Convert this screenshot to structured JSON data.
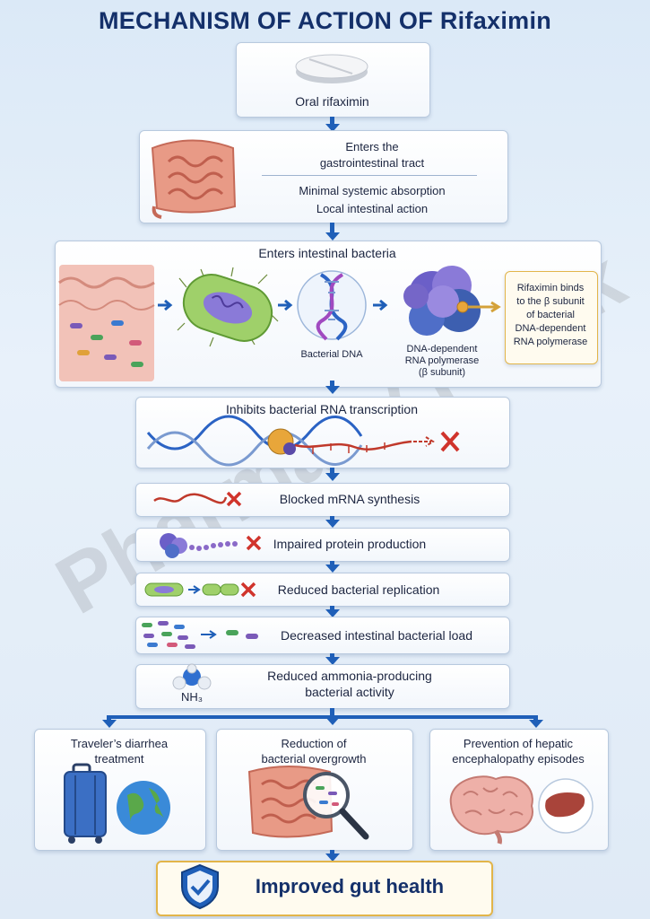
{
  "title": "MECHANISM OF ACTION OF Rifaximin",
  "watermark": "Pharmacy Freak",
  "steps": {
    "oral": "Oral rifaximin",
    "gi_line1": "Enters the",
    "gi_line2": "gastrointestinal tract",
    "gi_point1": "Minimal systemic absorption",
    "gi_point2": "Local intestinal action",
    "bacteria_title": "Enters intestinal bacteria",
    "bacterial_dna": "Bacterial DNA",
    "polymerase_line1": "DNA-dependent",
    "polymerase_line2": "RNA polymerase",
    "polymerase_line3": "(β subunit)",
    "binds_line1": "Rifaximin binds",
    "binds_line2": "to the β subunit",
    "binds_line3": "of bacterial",
    "binds_line4": "DNA-dependent",
    "binds_line5": "RNA polymerase",
    "inhibits": "Inhibits bacterial RNA transcription",
    "mrna": "Blocked mRNA synthesis",
    "protein": "Impaired protein production",
    "replication": "Reduced bacterial replication",
    "load": "Decreased intestinal bacterial load",
    "ammonia_line1": "Reduced ammonia-producing",
    "ammonia_line2": "bacterial activity",
    "nh3": "NH₃"
  },
  "outcomes": {
    "travelers_line1": "Traveler’s diarrhea",
    "travelers_line2": "treatment",
    "overgrowth_line1": "Reduction of",
    "overgrowth_line2": "bacterial overgrowth",
    "hepatic_line1": "Prevention of hepatic",
    "hepatic_line2": "encephalopathy episodes"
  },
  "final": "Improved gut health",
  "colors": {
    "title": "#14306a",
    "arrow": "#1f5fb8",
    "cross": "#d0342c",
    "rna": "#c0392b",
    "dna": "#2b63c4"
  }
}
